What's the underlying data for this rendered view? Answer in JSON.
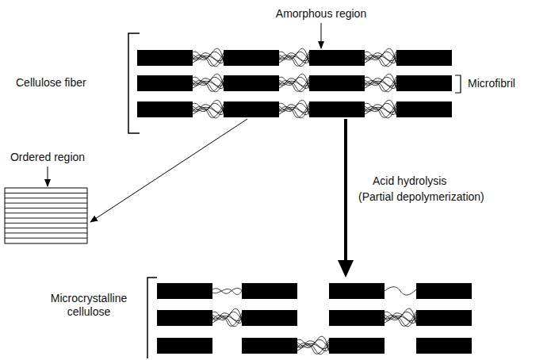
{
  "diagram": {
    "labels": [
      "Amorphous region",
      "Microfibril",
      "Cellulose fiber",
      "Ordered region",
      "Acid hydrolysis",
      "(Partial depolymerization)",
      "Microcrystalline cellulose"
    ]
  }
}
